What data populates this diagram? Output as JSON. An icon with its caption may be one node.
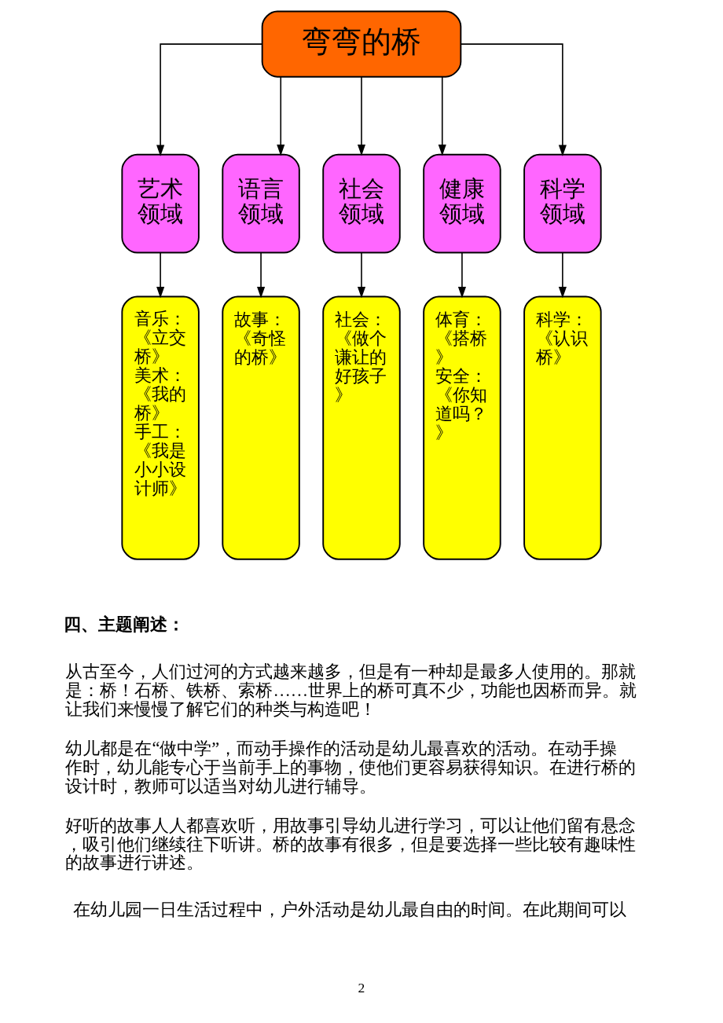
{
  "diagram": {
    "nodes": [
      {
        "text": [
          "弯弯的桥"
        ]
      },
      {
        "text": [
          "艺术领域"
        ]
      },
      {
        "text": [
          "语言领域"
        ]
      },
      {
        "text": [
          "社会领域"
        ]
      },
      {
        "text": [
          "健康领域"
        ]
      },
      {
        "text": [
          "科学领域"
        ]
      },
      {
        "text": [
          "音乐：《立交桥》",
          "美术：《我的桥》",
          "手工：《我是小小设计师》"
        ]
      },
      {
        "text": [
          "故事：《奇怪的桥》"
        ]
      },
      {
        "text": [
          "社会：《做个谦让的好孩子》"
        ]
      },
      {
        "text": [
          "体育：《搭桥》",
          "安全：《你知道吗？》"
        ]
      },
      {
        "text": [
          "科学：《认识桥》"
        ]
      }
    ],
    "edges": [
      {
        "from": 0,
        "to": 1,
        "arrow": "to"
      },
      {
        "from": 0,
        "to": 2,
        "arrow": "to"
      },
      {
        "from": 0,
        "to": 3,
        "arrow": "to"
      },
      {
        "from": 0,
        "to": 4,
        "arrow": "to"
      },
      {
        "from": 0,
        "to": 5,
        "arrow": "to"
      },
      {
        "from": 1,
        "to": 6,
        "arrow": "to"
      },
      {
        "from": 2,
        "to": 7,
        "arrow": "to"
      },
      {
        "from": 3,
        "to": 8,
        "arrow": "to"
      },
      {
        "from": 4,
        "to": 9,
        "arrow": "to"
      },
      {
        "from": 5,
        "to": 10,
        "arrow": "to"
      }
    ],
    "labels": [
      "四、主题阐述：",
      "从古至今，人们过河的方式越来越多，但是有一种却是最多人使用的。那就是：桥！石桥、铁桥、索桥……世界上的桥可真不少，功能也因桥而异。就让我们来慢慢了解它们的种类与构造吧！",
      "幼儿都是在“做中学”，而动手操作的活动是幼儿最喜欢的活动。在动手操作时，幼儿能专心于当前手上的事物，使他们更容易获得知识。在进行桥的设计时，教师可以适当对幼儿进行辅导。",
      "好听的故事人人都喜欢听，用故事引导幼儿进行学习，可以让他们留有悬念，吸引他们继续往下听讲。桥的故事有很多，但是要选择一些比较有趣味性的故事进行讲述。",
      "在幼儿园一日生活过程中，户外活动是幼儿最自由的时间。在此期间可以",
      "2"
    ]
  }
}
